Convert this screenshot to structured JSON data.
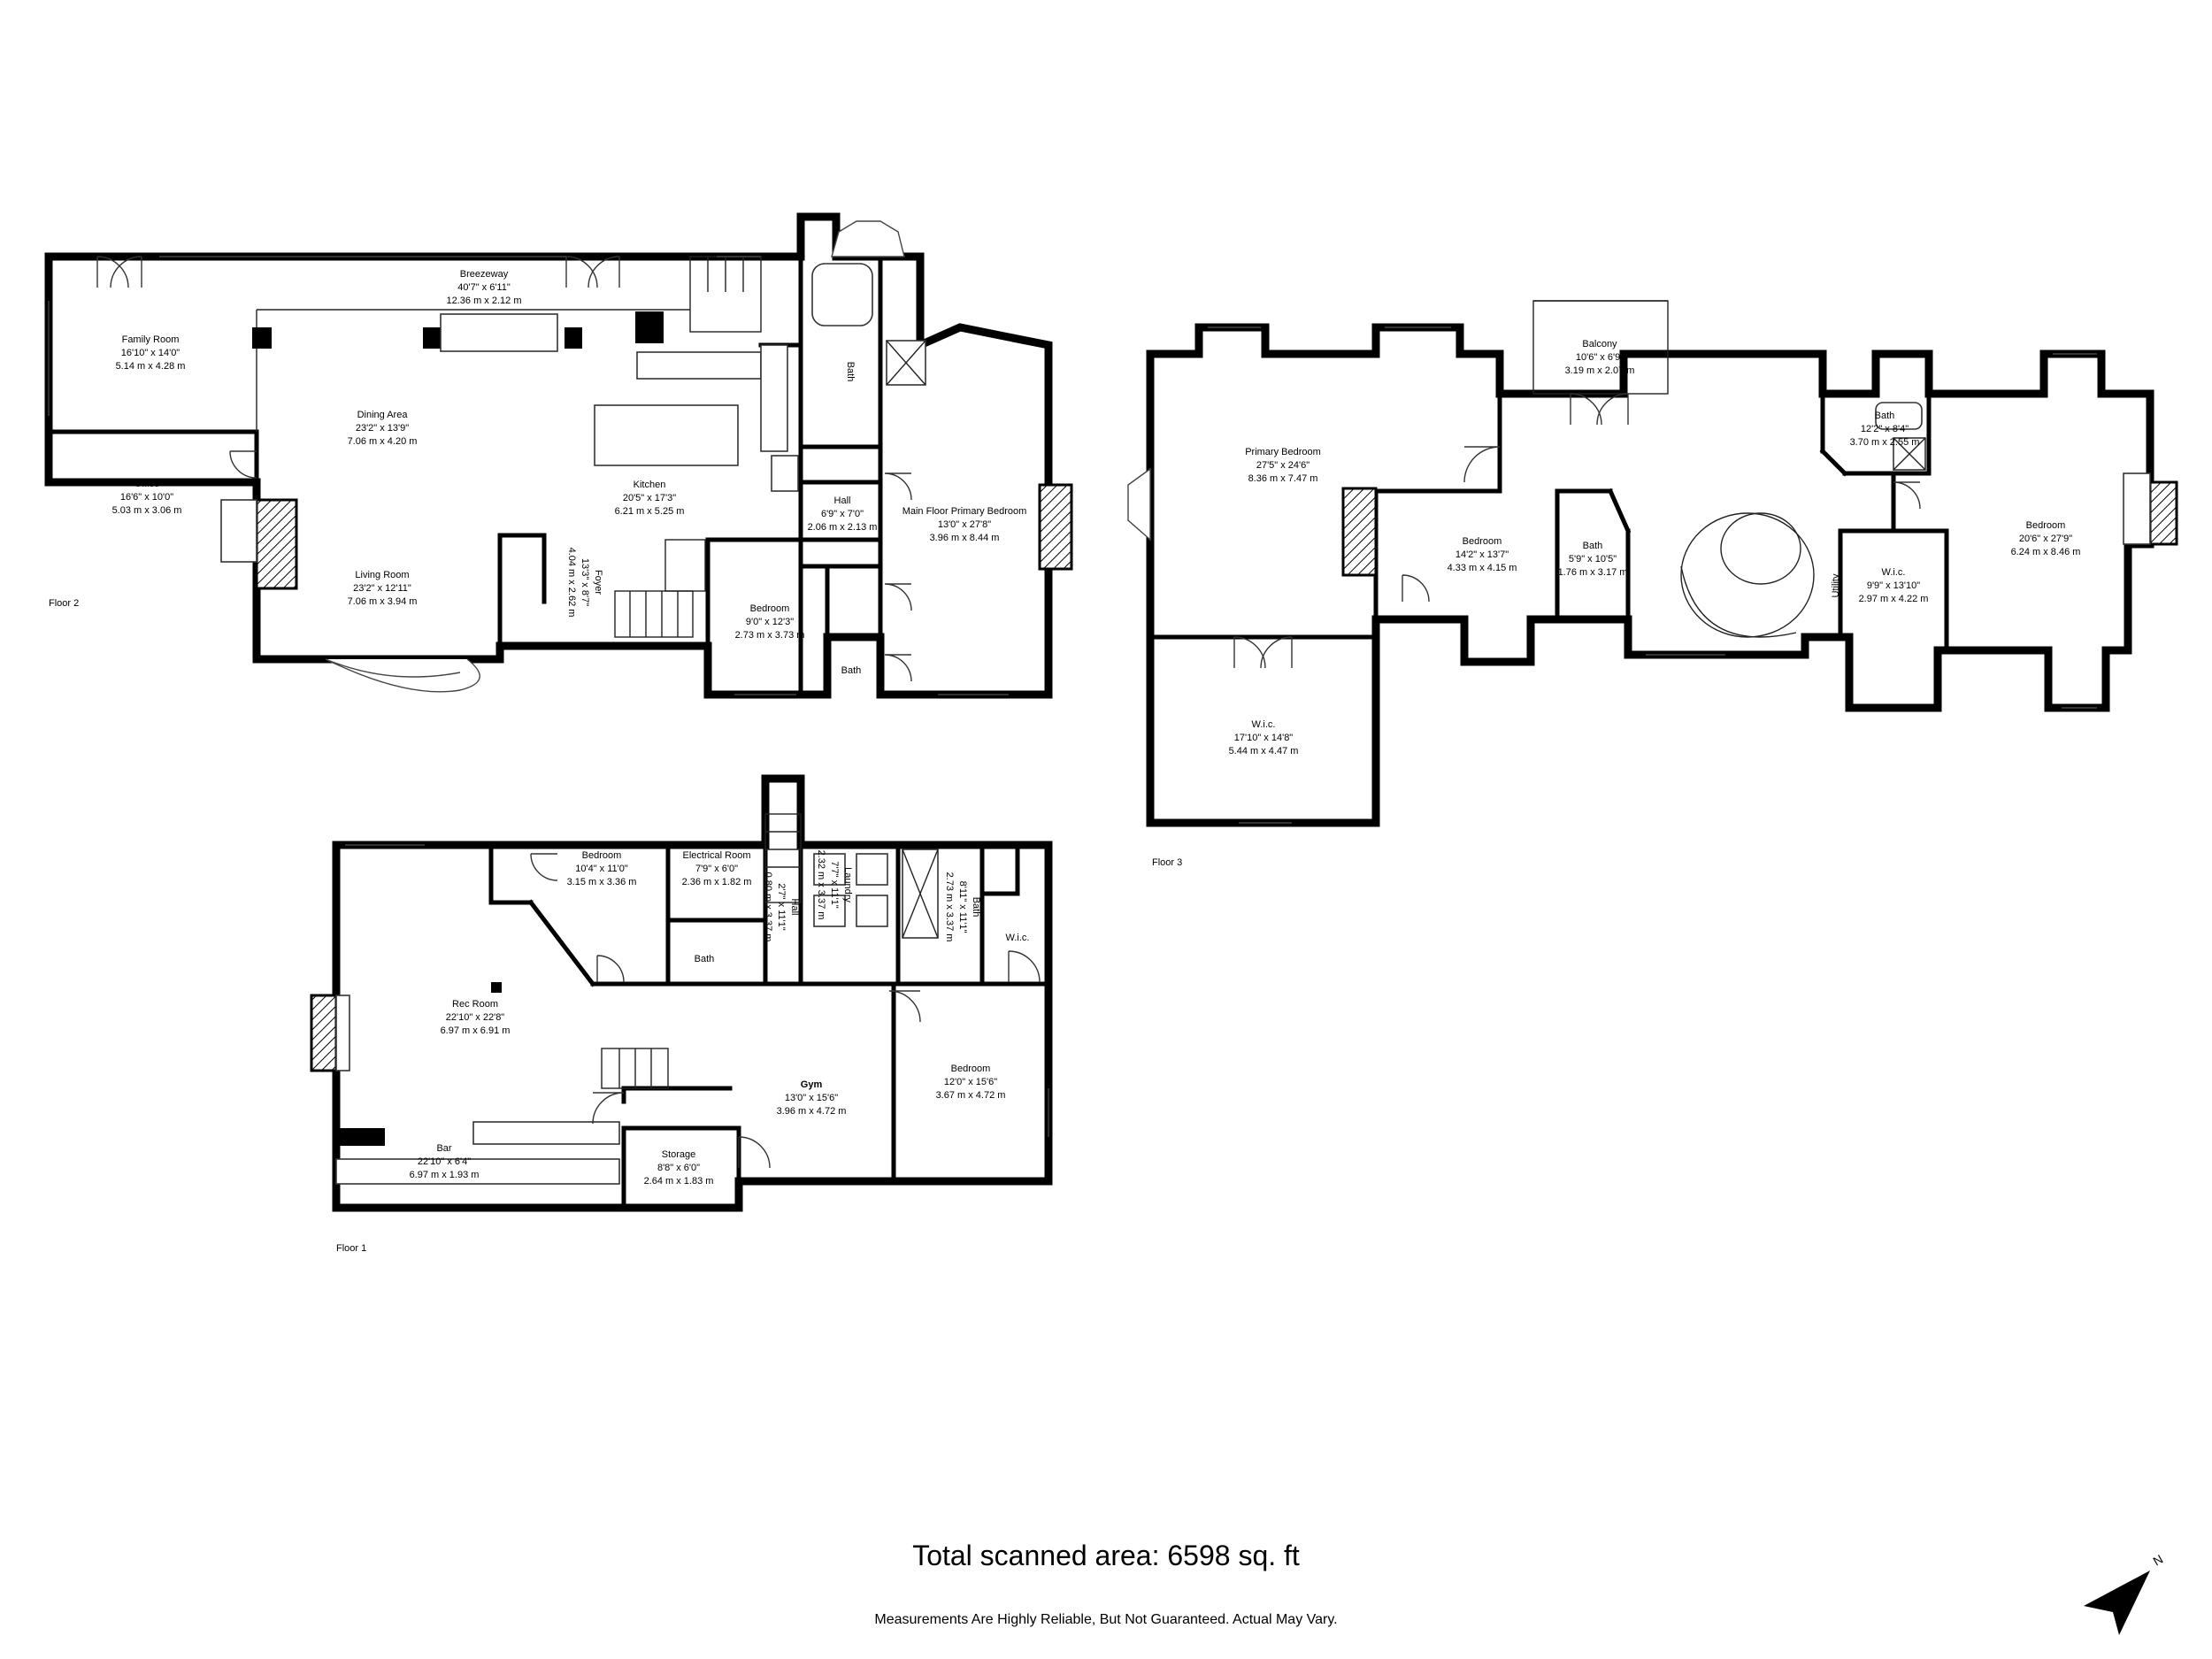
{
  "floors": [
    {
      "label": "Floor 2",
      "rooms": [
        {
          "name": "Breezeway",
          "imperial": "40'7\" x 6'11\"",
          "metric": "12.36 m x 2.12 m"
        },
        {
          "name": "Family Room",
          "imperial": "16'10\" x 14'0\"",
          "metric": "5.14 m x 4.28 m"
        },
        {
          "name": "Office",
          "imperial": "16'6\" x 10'0\"",
          "metric": "5.03 m x 3.06 m"
        },
        {
          "name": "Dining Area",
          "imperial": "23'2\" x 13'9\"",
          "metric": "7.06 m x 4.20 m"
        },
        {
          "name": "Kitchen",
          "imperial": "20'5\" x 17'3\"",
          "metric": "6.21 m x 5.25 m"
        },
        {
          "name": "Living Room",
          "imperial": "23'2\" x 12'11\"",
          "metric": "7.06 m x 3.94 m"
        },
        {
          "name": "Foyer",
          "imperial": "13'3\" x 8'7\"",
          "metric": "4.04 m x 2.62 m"
        },
        {
          "name": "Bath",
          "imperial": "",
          "metric": ""
        },
        {
          "name": "Hall",
          "imperial": "6'9\" x 7'0\"",
          "metric": "2.06 m x 2.13 m"
        },
        {
          "name": "Bedroom",
          "imperial": "9'0\" x 12'3\"",
          "metric": "2.73 m x 3.73 m"
        },
        {
          "name": "Bath",
          "imperial": "",
          "metric": ""
        },
        {
          "name": "Main Floor Primary Bedroom",
          "imperial": "13'0\" x 27'8\"",
          "metric": "3.96 m x 8.44 m"
        }
      ]
    },
    {
      "label": "Floor 3",
      "rooms": [
        {
          "name": "Balcony",
          "imperial": "10'6\" x 6'9\"",
          "metric": "3.19 m x 2.07 m"
        },
        {
          "name": "Primary Bedroom",
          "imperial": "27'5\" x 24'6\"",
          "metric": "8.36 m x 7.47 m"
        },
        {
          "name": "Bedroom",
          "imperial": "14'2\" x 13'7\"",
          "metric": "4.33 m x 4.15 m"
        },
        {
          "name": "Bath",
          "imperial": "5'9\" x 10'5\"",
          "metric": "1.76 m x 3.17 m"
        },
        {
          "name": "Bath",
          "imperial": "12'2\" x 8'4\"",
          "metric": "3.70 m x 2.55 m"
        },
        {
          "name": "Utility",
          "imperial": "",
          "metric": ""
        },
        {
          "name": "W.i.c.",
          "imperial": "9'9\" x 13'10\"",
          "metric": "2.97 m x 4.22 m"
        },
        {
          "name": "Bedroom",
          "imperial": "20'6\" x 27'9\"",
          "metric": "6.24 m x 8.46 m"
        },
        {
          "name": "W.i.c.",
          "imperial": "17'10\" x 14'8\"",
          "metric": "5.44 m x 4.47 m"
        }
      ]
    },
    {
      "label": "Floor 1",
      "rooms": [
        {
          "name": "Bedroom",
          "imperial": "10'4\" x 11'0\"",
          "metric": "3.15 m x 3.36 m"
        },
        {
          "name": "Electrical Room",
          "imperial": "7'9\" x 6'0\"",
          "metric": "2.36 m x 1.82 m"
        },
        {
          "name": "Hall",
          "imperial": "2'7\" x 11'1\"",
          "metric": "0.80 m x 3.37 m"
        },
        {
          "name": "Laundry",
          "imperial": "7'7\" x 11'1\"",
          "metric": "2.32 m x 3.37 m"
        },
        {
          "name": "Bath",
          "imperial": "8'11\" x 11'1\"",
          "metric": "2.73 m x 3.37 m"
        },
        {
          "name": "W.i.c.",
          "imperial": "",
          "metric": ""
        },
        {
          "name": "Bath",
          "imperial": "",
          "metric": ""
        },
        {
          "name": "Rec Room",
          "imperial": "22'10\" x 22'8\"",
          "metric": "6.97 m x 6.91 m"
        },
        {
          "name": "Gym",
          "imperial": "13'0\" x 15'6\"",
          "metric": "3.96 m x 4.72 m"
        },
        {
          "name": "Bedroom",
          "imperial": "12'0\" x 15'6\"",
          "metric": "3.67 m x 4.72 m"
        },
        {
          "name": "Bar",
          "imperial": "22'10\" x 6'4\"",
          "metric": "6.97 m x 1.93 m"
        },
        {
          "name": "Storage",
          "imperial": "8'8\" x 6'0\"",
          "metric": "2.64 m x 1.83 m"
        }
      ]
    }
  ],
  "total_area": "Total scanned area: 6598 sq. ft",
  "disclaimer": "Measurements Are Highly Reliable, But Not Guaranteed. Actual May Vary.",
  "compass_label": "N",
  "colors": {
    "wall": "#000000",
    "background": "#ffffff"
  }
}
